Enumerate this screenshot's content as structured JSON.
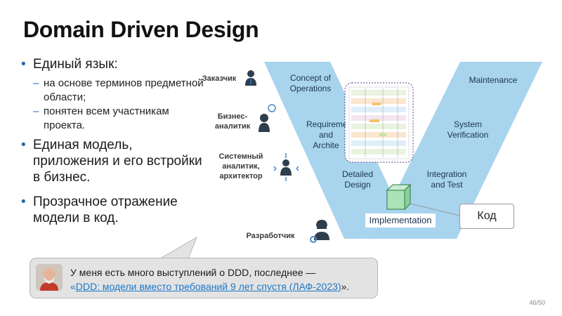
{
  "slide": {
    "title": "Domain Driven Design",
    "bullets": [
      {
        "text": "Единый язык:",
        "sub": [
          "на основе терминов предметной области;",
          "понятен всем участникам проекта."
        ]
      },
      {
        "text": "Единая модель, приложения и его встройки в бизнес.",
        "sub": []
      },
      {
        "text": "Прозрачное отражение модели в код.",
        "sub": []
      }
    ]
  },
  "diagram": {
    "stages": {
      "concept": "Concept of Operations",
      "requirements": "Requireme and Archite",
      "detailed": "Detailed Design",
      "implementation": "Implementation",
      "integration": "Integration and Test",
      "verification": "System Verification",
      "maintenance": "Maintenance"
    },
    "roles": {
      "customer": "Заказчик",
      "analyst": "Бизнес-аналитик",
      "architect": "Системный аналитик, архитектор",
      "developer": "Разработчик"
    },
    "code_label": "Код"
  },
  "callout": {
    "text_before": "У меня есть много выступлений о DDD, последнее —",
    "quote_open": "«",
    "link_text": "DDD: модели вместо требований 9 лет спустя (ЛАФ-2023)",
    "quote_close": "».",
    "link_color": "#1e78c8"
  },
  "pager": "46/50",
  "colors": {
    "v_shape": "#a8d4ee",
    "accent": "#2a6aa8",
    "callout_bg": "#e3e3e3"
  }
}
